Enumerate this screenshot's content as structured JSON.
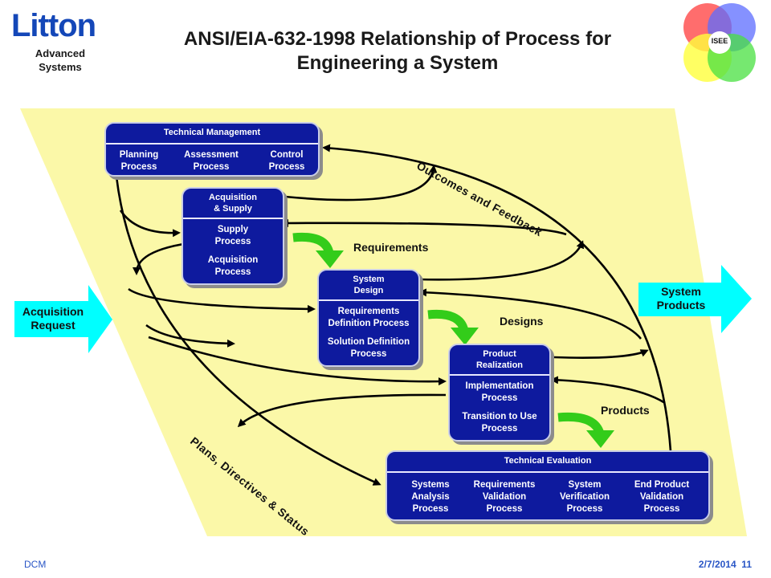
{
  "logo": {
    "brand": "Litton",
    "sub": "Advanced\nSystems"
  },
  "badge": {
    "label": "ISEE"
  },
  "title": "ANSI/EIA-632-1998 Relationship of Process for Engineering a System",
  "footer": {
    "author": "DCM",
    "date_page": "2/7/2014  11"
  },
  "inputs": {
    "left": "Acquisition\nRequest",
    "right": "System\nProducts"
  },
  "labels": {
    "outcomes": "Outcomes and Feedback",
    "plans": "Plans, Directives & Status",
    "requirements": "Requirements",
    "designs": "Designs",
    "products": "Products"
  },
  "boxes": {
    "technical_management": {
      "header": "Technical Management",
      "items": [
        "Planning\nProcess",
        "Assessment\nProcess",
        "Control\nProcess"
      ]
    },
    "acquisition_supply": {
      "header": "Acquisition\n& Supply",
      "items": [
        "Supply\nProcess",
        "Acquisition\nProcess"
      ]
    },
    "system_design": {
      "header": "System\nDesign",
      "items": [
        "Requirements\nDefinition Process",
        "Solution Definition\nProcess"
      ]
    },
    "product_realization": {
      "header": "Product\nRealization",
      "items": [
        "Implementation\nProcess",
        "Transition to Use\nProcess"
      ]
    },
    "technical_evaluation": {
      "header": "Technical Evaluation",
      "items": [
        "Systems\nAnalysis\nProcess",
        "Requirements\nValidation\nProcess",
        "System\nVerification\nProcess",
        "End Product\nValidation\nProcess"
      ]
    }
  },
  "colors": {
    "box_fill": "#0e1a9e",
    "background_band": "#fbf8a8",
    "input_arrow": "#00ffff",
    "flow_arrow": "#33cc1a"
  }
}
